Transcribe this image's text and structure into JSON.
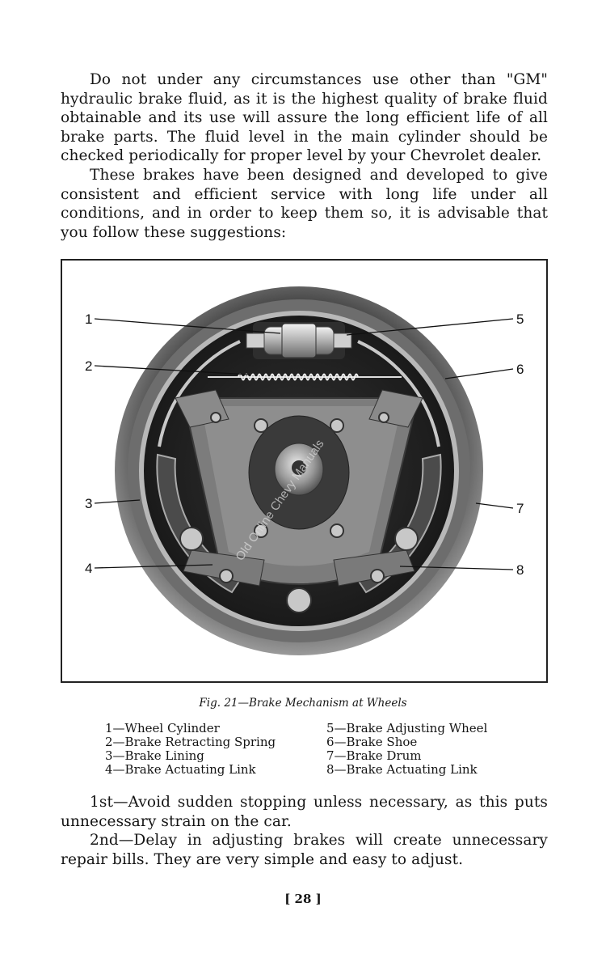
{
  "intro_paragraphs": [
    "Do not under any circumstances use other than \"GM\" hydraulic brake fluid, as it is the highest quality of brake fluid obtainable and its use will assure the long efficient life of all brake parts. The fluid level in the main cylinder should be checked periodically for proper level by your Chevrolet dealer.",
    "These brakes have been designed and developed to give consistent and efficient service with long life under all conditions, and in order to keep them so, it is advisable that you follow these suggestions:"
  ],
  "figure": {
    "callout_numbers": [
      "1",
      "2",
      "3",
      "4",
      "5",
      "6",
      "7",
      "8"
    ],
    "watermark": "Old Online Chevy Manuals",
    "caption": "Fig. 21—Brake Mechanism at Wheels"
  },
  "legend": {
    "left": [
      "1—Wheel Cylinder",
      "2—Brake Retracting Spring",
      "3—Brake Lining",
      "4—Brake Actuating Link"
    ],
    "right": [
      "5—Brake Adjusting Wheel",
      "6—Brake Shoe",
      "7—Brake Drum",
      "8—Brake Actuating Link"
    ]
  },
  "suggestions": [
    "1st—Avoid sudden stopping unless necessary, as this puts unnecessary strain on the car.",
    "2nd—Delay in adjusting brakes will create unnecessary repair bills. They are very simple and easy to adjust."
  ],
  "page_number": "[ 28 ]"
}
